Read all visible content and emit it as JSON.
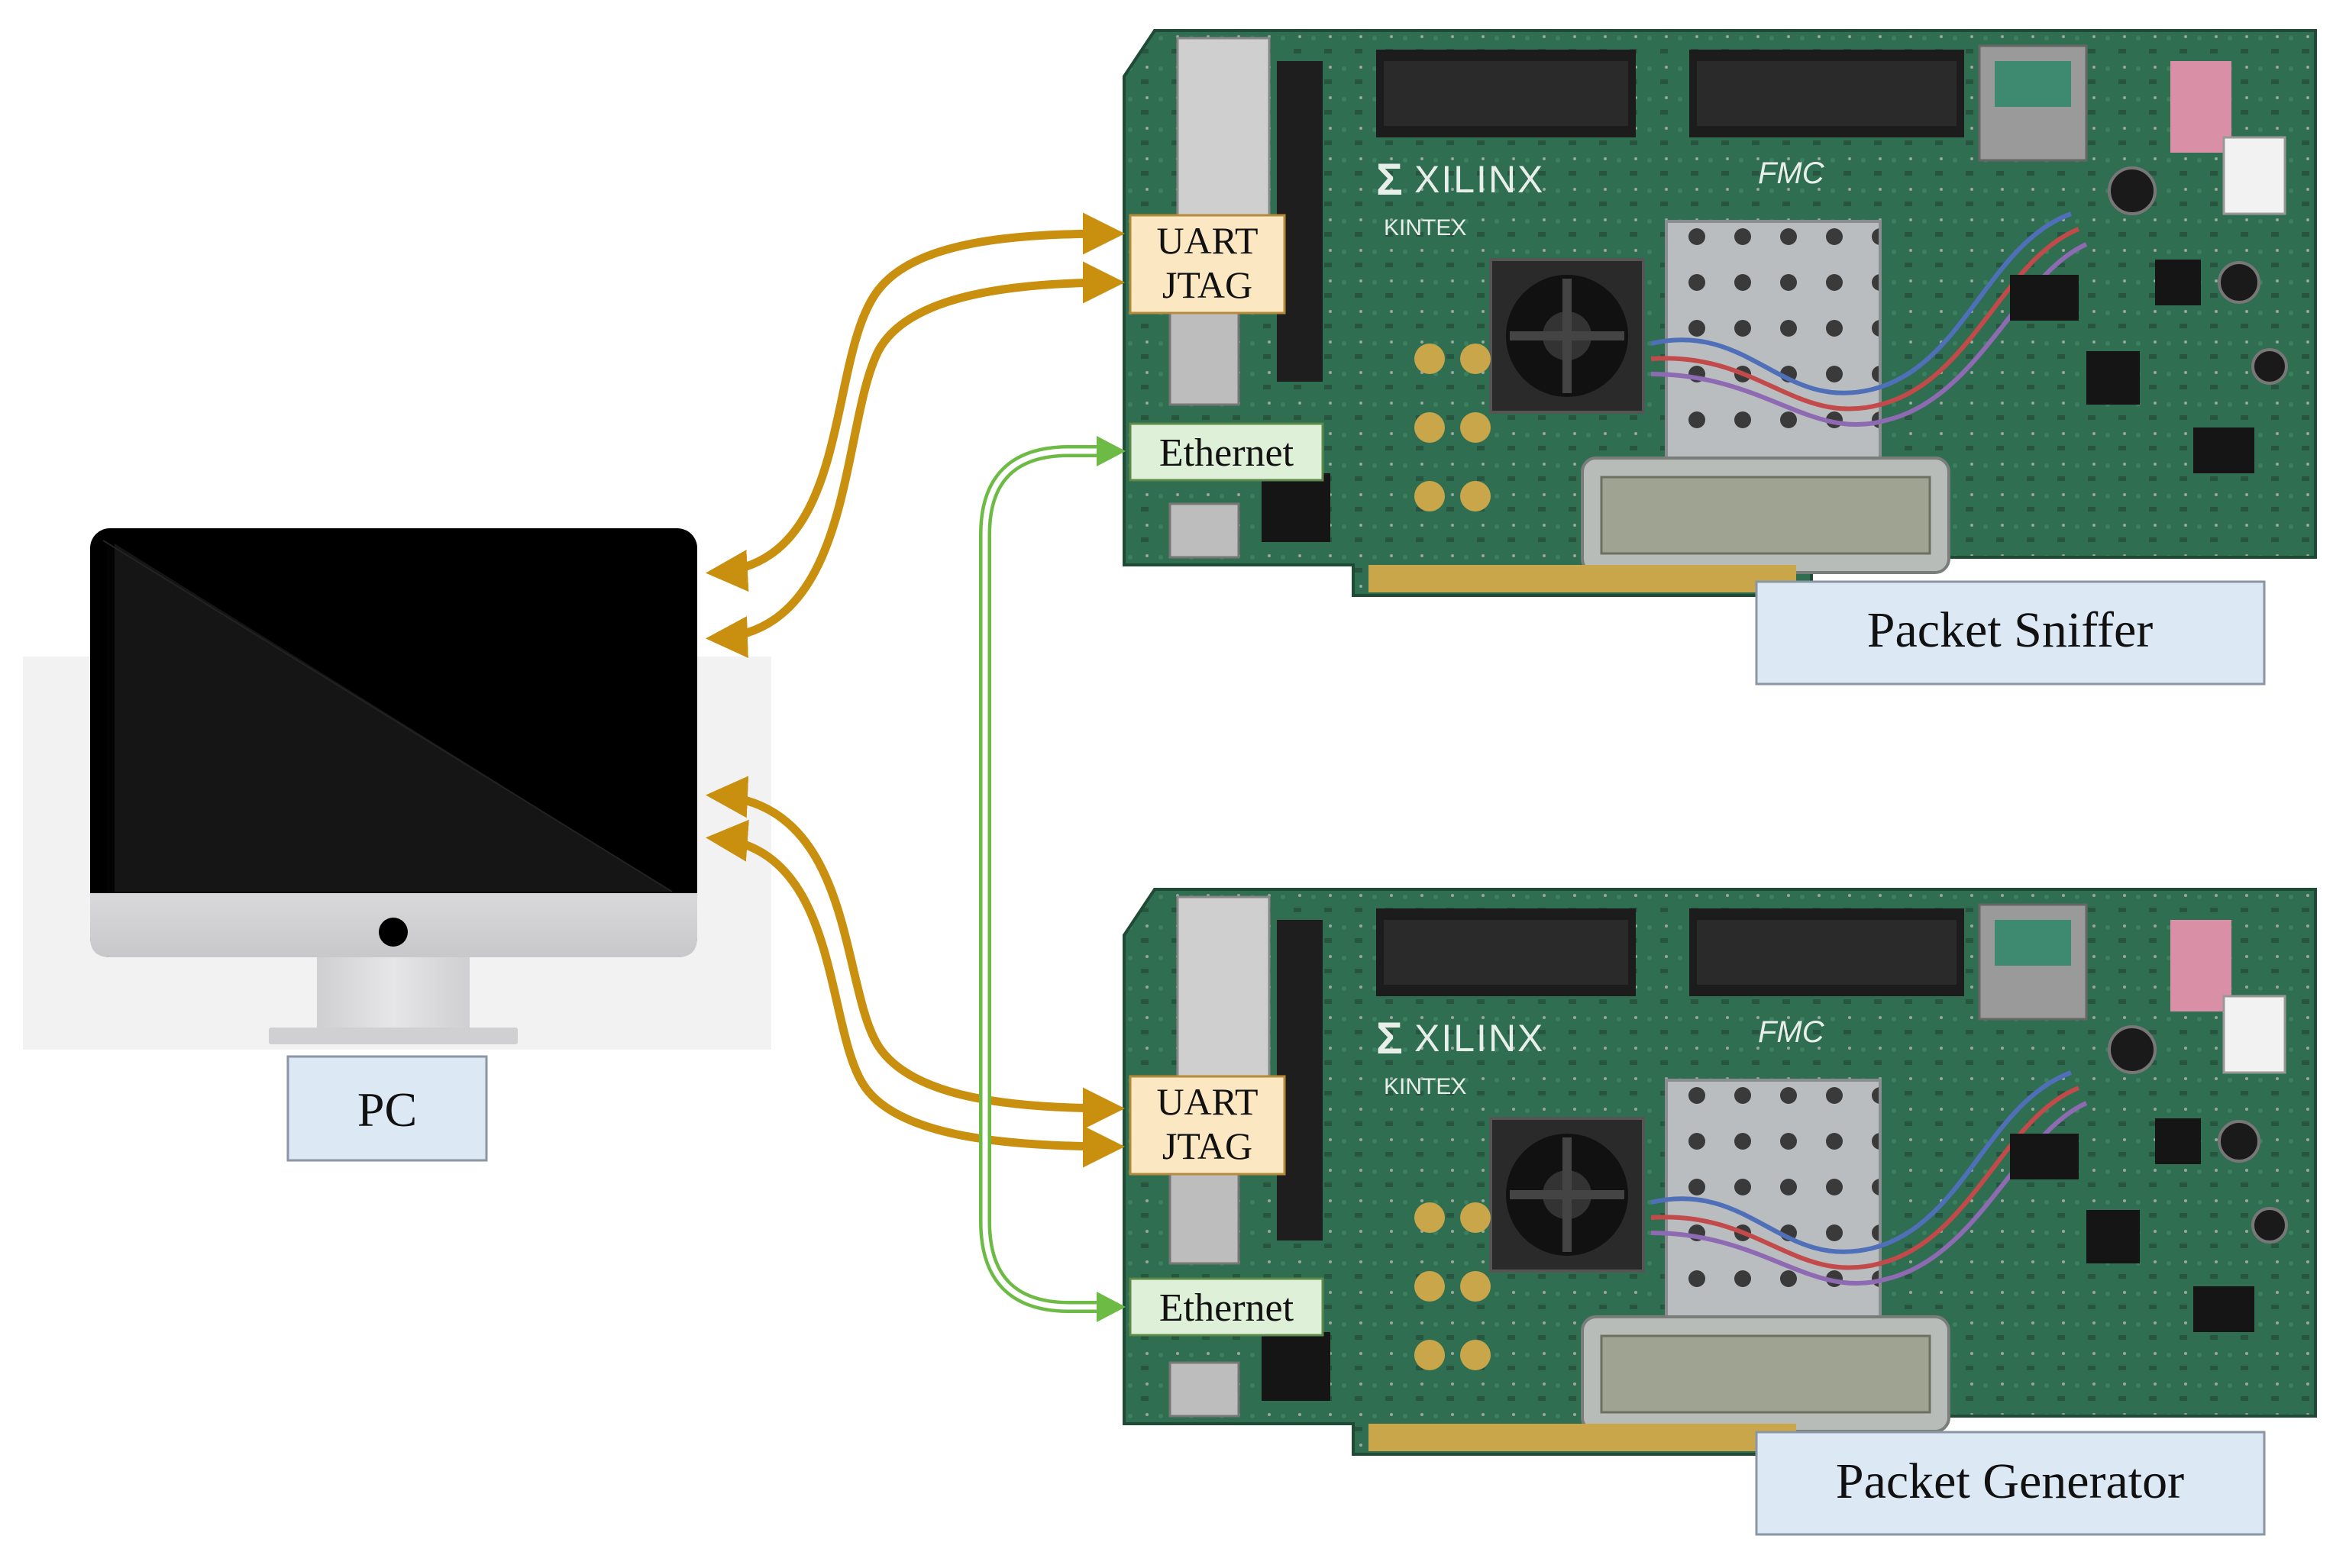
{
  "pc": {
    "label": "PC"
  },
  "boards": [
    {
      "role": "sniffer",
      "caption": "Packet Sniffer",
      "brand": "XILINX",
      "family": "KINTEX",
      "fmc": "FMC",
      "ports": {
        "uart": "UART",
        "jtag": "JTAG",
        "ethernet": "Ethernet"
      }
    },
    {
      "role": "generator",
      "caption": "Packet Generator",
      "brand": "XILINX",
      "family": "KINTEX",
      "fmc": "FMC",
      "ports": {
        "uart": "UART",
        "jtag": "JTAG",
        "ethernet": "Ethernet"
      }
    }
  ],
  "colors": {
    "serial_link": "#C8900E",
    "ethernet_link": "#6DBB45",
    "port_serial_fill": "#FCE7C3",
    "port_ethernet_fill": "#DFF0D8",
    "caption_fill": "#DCE9F5",
    "pcb": "#2E6B4E",
    "monitor_screen": "#000000",
    "monitor_body": "#E2E2E4"
  },
  "icons": [
    "monitor-icon",
    "fpga-board-icon",
    "fan-icon",
    "heatsink-icon",
    "lcd-icon"
  ]
}
